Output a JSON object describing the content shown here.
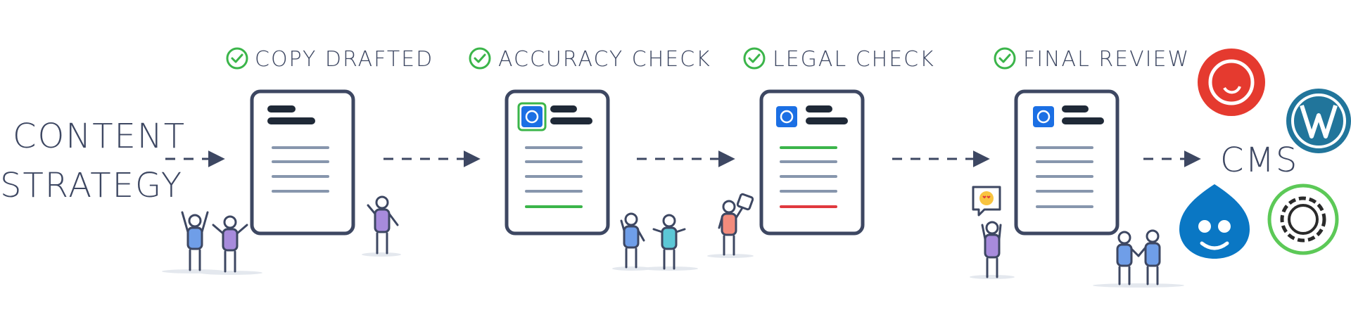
{
  "source": {
    "line1": "CONTENT",
    "line2": "STRATEGY"
  },
  "stages": [
    {
      "label": "COPY DRAFTED"
    },
    {
      "label": "ACCURACY CHECK"
    },
    {
      "label": "LEGAL CHECK"
    },
    {
      "label": "FINAL REVIEW"
    }
  ],
  "destination": {
    "label": "CMS"
  },
  "icons": {
    "check": "check-circle-icon",
    "doc_logo": "blue-circle-app-icon",
    "cms_logos": [
      "sitecore-logo",
      "wordpress-logo",
      "drupal-logo",
      "adobe-experience-manager-logo"
    ]
  },
  "colors": {
    "ink": "#3d4762",
    "check_green": "#3bb54a",
    "logo_blue": "#1b6fe4",
    "line_gray": "#8796ad",
    "approve_green": "#3bb54a",
    "reject_red": "#e0393e",
    "sitecore_red": "#e53a2f",
    "wordpress_blue": "#21759b",
    "drupal_blue": "#0a77c4",
    "aem_green": "#5cc957"
  }
}
